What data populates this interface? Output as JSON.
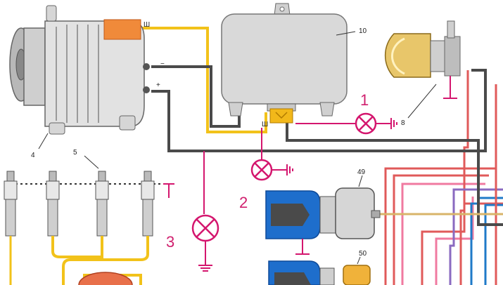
{
  "labels": {
    "alternator": "4",
    "spark_plugs": "5",
    "headlamp": "8",
    "regulator": "10",
    "part_49": "49",
    "part_50": "50",
    "terminal_sh_alt": "Ш",
    "terminal_sh_reg": "Ш",
    "terminal_minus": "−",
    "terminal_plus": "+"
  },
  "test_lamps": [
    {
      "id": "1",
      "label": "1"
    },
    {
      "id": "2",
      "label": "2"
    },
    {
      "id": "3",
      "label": "3"
    }
  ],
  "colors": {
    "lamp": "#d4166e",
    "wire_yellow": "#f2c21a",
    "wire_dark": "#4a4a4a",
    "wire_red": "#e05a5a",
    "wire_pink": "#f07aa0",
    "wire_blue": "#1f7ac8",
    "part_blue": "#1e6ecc",
    "terminal_orange": "#f08a3a"
  }
}
